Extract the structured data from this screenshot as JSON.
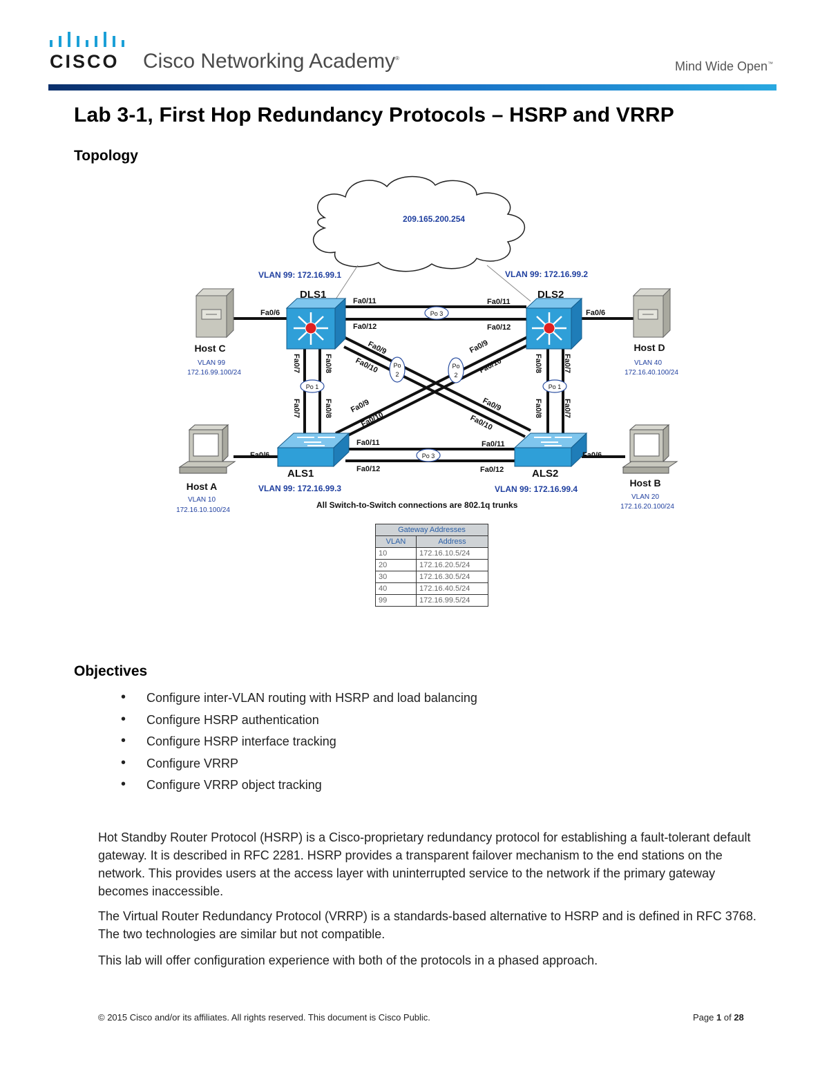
{
  "header": {
    "brand": "CISCO",
    "academy": "Cisco Networking Academy",
    "academy_mark": "®",
    "tagline": "Mind Wide Open",
    "tagline_mark": "™"
  },
  "title": "Lab 3-1, First Hop Redundancy Protocols – HSRP and VRRP",
  "topology_heading": "Topology",
  "diagram": {
    "cloud_label": "209.165.200.254",
    "dls1_vlan": "VLAN 99:  172.16.99.1",
    "dls2_vlan": "VLAN 99:  172.16.99.2",
    "als1_vlan": "VLAN 99:  172.16.99.3",
    "als2_vlan": "VLAN 99:  172.16.99.4",
    "dls1": "DLS1",
    "dls2": "DLS2",
    "als1": "ALS1",
    "als2": "ALS2",
    "host_c": {
      "name": "Host C",
      "vlan": "VLAN 99",
      "ip": "172.16.99.100/24"
    },
    "host_d": {
      "name": "Host D",
      "vlan": "VLAN 40",
      "ip": "172.16.40.100/24"
    },
    "host_a": {
      "name": "Host A",
      "vlan": "VLAN 10",
      "ip": "172.16.10.100/24"
    },
    "host_b": {
      "name": "Host B",
      "vlan": "VLAN 20",
      "ip": "172.16.20.100/24"
    },
    "ports": {
      "fa06": "Fa0/6",
      "fa07": "Fa0/7",
      "fa08": "Fa0/8",
      "fa09": "Fa0/9",
      "fa010": "Fa0/10",
      "fa011": "Fa0/11",
      "fa012": "Fa0/12"
    },
    "po1": "Po 1",
    "po2_top": "Po",
    "po2_bottom": "2",
    "po3": "Po 3",
    "trunks_note": "All Switch-to-Switch connections are 802.1q trunks"
  },
  "gateway_table": {
    "caption": "Gateway Addresses",
    "headers": [
      "VLAN",
      "Address"
    ],
    "rows": [
      [
        "10",
        "172.16.10.5/24"
      ],
      [
        "20",
        "172.16.20.5/24"
      ],
      [
        "30",
        "172.16.30.5/24"
      ],
      [
        "40",
        "172.16.40.5/24"
      ],
      [
        "99",
        "172.16.99.5/24"
      ]
    ]
  },
  "objectives_heading": "Objectives",
  "objectives": [
    "Configure inter-VLAN routing with HSRP and load balancing",
    "Configure HSRP authentication",
    "Configure HSRP interface tracking",
    "Configure VRRP",
    "Configure VRRP object tracking"
  ],
  "paragraphs": [
    "Hot Standby Router Protocol (HSRP) is a Cisco-proprietary redundancy protocol for establishing a fault-tolerant default gateway. It is described in RFC 2281. HSRP provides a transparent failover mechanism to the end stations on the network. This provides users at the access layer with uninterrupted service to the network if the primary gateway becomes inaccessible.",
    "The Virtual Router Redundancy Protocol (VRRP) is a standards-based alternative to HSRP and is defined in RFC 3768. The two technologies are similar but not compatible.",
    "This lab will offer configuration experience with both of the protocols in a phased approach."
  ],
  "footer": {
    "copyright": "© 2015 Cisco and/or its affiliates. All rights reserved. This document is Cisco Public.",
    "page_word": "Page",
    "page_current": "1",
    "page_of": "of",
    "page_total": "28"
  },
  "colors": {
    "brand_bar_start": "#0a2f6b",
    "brand_bar_end": "#29a8e0",
    "diagram_label_blue": "#1f3f9f",
    "switch_blue": "#2f9fd8"
  }
}
